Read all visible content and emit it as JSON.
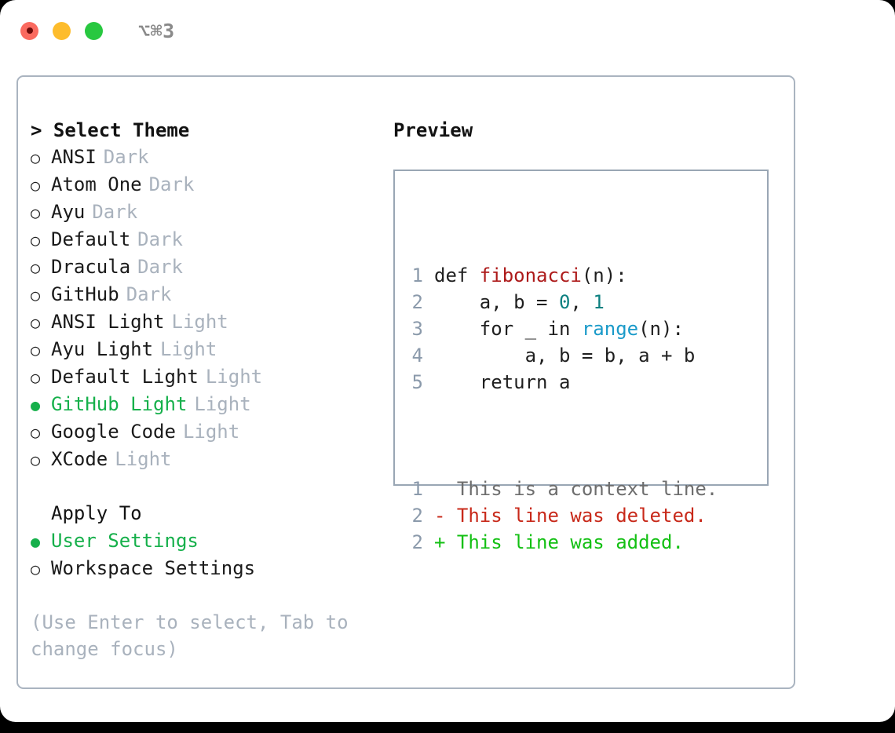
{
  "titlebar": {
    "shortcut": "⌥⌘3",
    "buttons": [
      {
        "name": "close",
        "color": "#fa6a5f"
      },
      {
        "name": "minimize",
        "color": "#fdbc2c"
      },
      {
        "name": "zoom",
        "color": "#28c840"
      }
    ]
  },
  "theme_picker": {
    "heading": "> Select Theme",
    "items": [
      {
        "marker": "○",
        "name": "ANSI",
        "variant": "Dark",
        "selected": false
      },
      {
        "marker": "○",
        "name": "Atom One",
        "variant": "Dark",
        "selected": false
      },
      {
        "marker": "○",
        "name": "Ayu",
        "variant": "Dark",
        "selected": false
      },
      {
        "marker": "○",
        "name": "Default",
        "variant": "Dark",
        "selected": false
      },
      {
        "marker": "○",
        "name": "Dracula",
        "variant": "Dark",
        "selected": false
      },
      {
        "marker": "○",
        "name": "GitHub",
        "variant": "Dark",
        "selected": false
      },
      {
        "marker": "○",
        "name": "ANSI Light",
        "variant": "Light",
        "selected": false
      },
      {
        "marker": "○",
        "name": "Ayu Light",
        "variant": "Light",
        "selected": false
      },
      {
        "marker": "○",
        "name": "Default Light",
        "variant": "Light",
        "selected": false
      },
      {
        "marker": "●",
        "name": "GitHub Light",
        "variant": "Light",
        "selected": true
      },
      {
        "marker": "○",
        "name": "Google Code",
        "variant": "Light",
        "selected": false
      },
      {
        "marker": "○",
        "name": "XCode",
        "variant": "Light",
        "selected": false
      }
    ]
  },
  "apply_to": {
    "label": "Apply To",
    "items": [
      {
        "marker": "●",
        "name": "User Settings",
        "selected": true
      },
      {
        "marker": "○",
        "name": "Workspace Settings",
        "selected": false
      }
    ]
  },
  "hint": "(Use Enter to select, Tab to change focus)",
  "preview": {
    "title": "Preview",
    "code_lines": [
      {
        "number": "1",
        "parts": [
          {
            "text": "def ",
            "kind": "plain"
          },
          {
            "text": "fibonacci",
            "kind": "fn"
          },
          {
            "text": "(n):",
            "kind": "plain"
          }
        ]
      },
      {
        "number": "2",
        "parts": [
          {
            "text": "    a, b = ",
            "kind": "plain"
          },
          {
            "text": "0",
            "kind": "num"
          },
          {
            "text": ", ",
            "kind": "plain"
          },
          {
            "text": "1",
            "kind": "num"
          }
        ]
      },
      {
        "number": "3",
        "parts": [
          {
            "text": "    for _ in ",
            "kind": "plain"
          },
          {
            "text": "range",
            "kind": "builtin"
          },
          {
            "text": "(n):",
            "kind": "plain"
          }
        ]
      },
      {
        "number": "4",
        "parts": [
          {
            "text": "        a, b = b, a + b",
            "kind": "plain"
          }
        ]
      },
      {
        "number": "5",
        "parts": [
          {
            "text": "    return a",
            "kind": "plain"
          }
        ]
      }
    ],
    "diff_lines": [
      {
        "number": "1",
        "sign": "  ",
        "text": "This is a context line.",
        "kind": "ctx"
      },
      {
        "number": "2",
        "sign": "- ",
        "text": "This line was deleted.",
        "kind": "del"
      },
      {
        "number": "2",
        "sign": "+ ",
        "text": "This line was added.",
        "kind": "add"
      }
    ]
  },
  "colors": {
    "accent_green": "#16b04b",
    "muted": "#a9b2bd",
    "border": "#aab4c0",
    "preview_border": "#99a6b4",
    "lineno": "#8b9aab",
    "fn": "#ad1a1a",
    "num": "#0c8080",
    "builtin": "#1a9ac9",
    "diff_del": "#c8291a",
    "diff_add": "#13c013",
    "diff_ctx": "#6d6d6d"
  }
}
